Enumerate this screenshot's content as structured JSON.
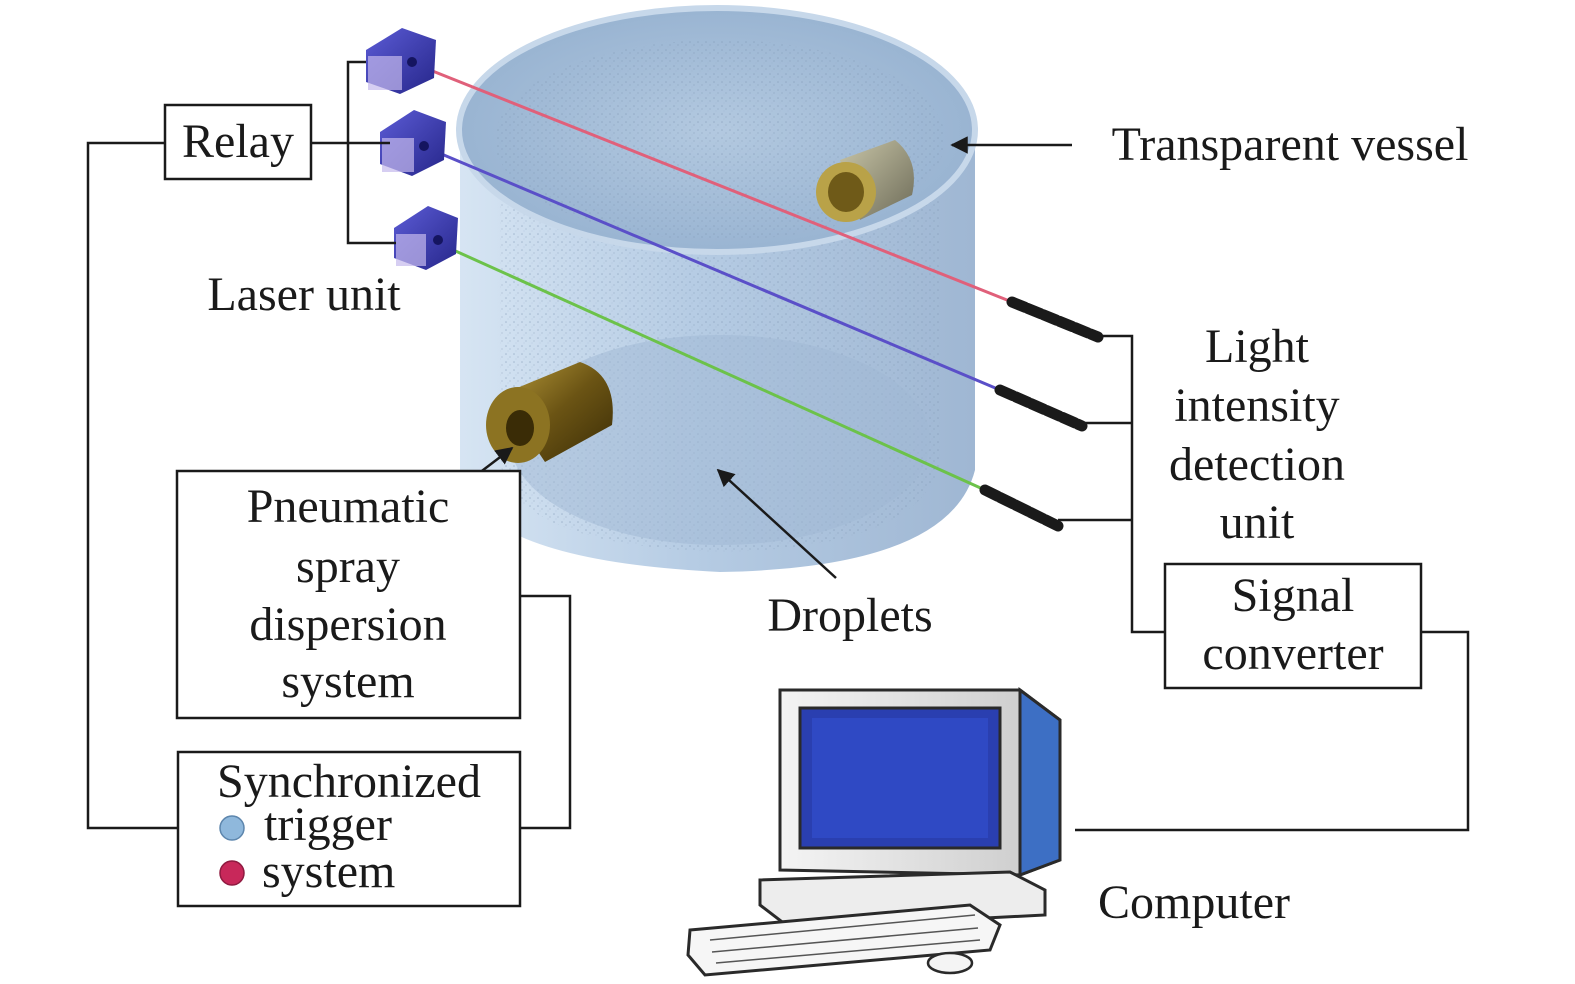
{
  "labels": {
    "relay": "Relay",
    "laser_unit": "Laser unit",
    "transparent_vessel": "Transparent vessel",
    "light_intensity": [
      "Light",
      "intensity",
      "detection",
      "unit"
    ],
    "pneumatic": [
      "Pneumatic",
      "spray",
      "dispersion",
      "system"
    ],
    "droplets": "Droplets",
    "signal_converter": [
      "Signal",
      "converter"
    ],
    "synchronized": [
      "Synchronized",
      "trigger",
      "system"
    ],
    "computer": "Computer"
  },
  "colors": {
    "laser_red": "#e0607a",
    "laser_blue": "#5a4fc8",
    "laser_green": "#6cc24a",
    "vessel": "#a9c3df",
    "laser_box": "#3b3bb0",
    "monitor_screen": "#2a3fb0",
    "led_blue": "#8fb8dc",
    "led_red": "#c8285a",
    "line": "#1a1a1a"
  }
}
